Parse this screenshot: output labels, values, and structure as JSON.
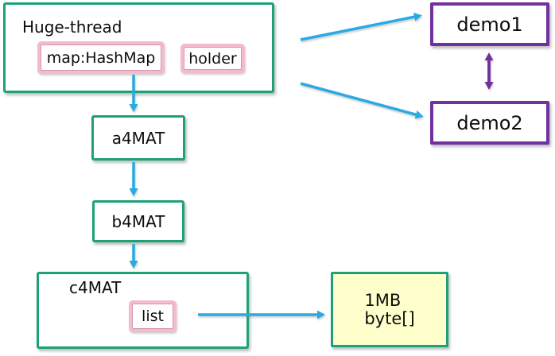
{
  "diagram": {
    "huge_thread": {
      "label": "Huge-thread"
    },
    "map_hashmap": {
      "label": "map:HashMap"
    },
    "holder": {
      "label": "holder"
    },
    "a4mat": {
      "label": "a4MAT"
    },
    "b4mat": {
      "label": "b4MAT"
    },
    "c4mat": {
      "label": "c4MAT"
    },
    "list": {
      "label": "list"
    },
    "demo1": {
      "label": "demo1"
    },
    "demo2": {
      "label": "demo2"
    },
    "byte_array": {
      "line1": "1MB",
      "line2": "byte[]"
    }
  },
  "edges": [
    {
      "from": "Huge-thread",
      "to": "demo1",
      "style": "blue-arrow"
    },
    {
      "from": "Huge-thread",
      "to": "demo2",
      "style": "blue-arrow"
    },
    {
      "from": "demo1",
      "to": "demo2",
      "style": "purple-double-arrow"
    },
    {
      "from": "map:HashMap",
      "to": "a4MAT",
      "style": "blue-arrow"
    },
    {
      "from": "a4MAT",
      "to": "b4MAT",
      "style": "blue-arrow"
    },
    {
      "from": "b4MAT",
      "to": "c4MAT",
      "style": "blue-arrow"
    },
    {
      "from": "list",
      "to": "1MB byte[]",
      "style": "blue-arrow"
    }
  ],
  "colors": {
    "node_border_green": "#1EA17B",
    "node_border_purple": "#7030A0",
    "inner_box_pink": "#F4BCCB",
    "arrow_blue": "#29ABE2",
    "arrow_purple": "#7030A0",
    "byte_array_fill": "#FFFFCC"
  }
}
